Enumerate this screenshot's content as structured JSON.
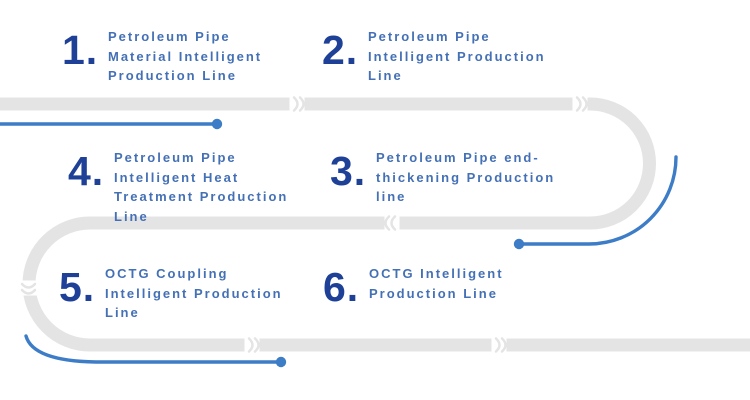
{
  "colors": {
    "background": "#ffffff",
    "path_gray": "#e5e4e4",
    "number_navy": "#1e4097",
    "text_blue": "#4470b5",
    "accent_blue": "#3d7cc6"
  },
  "items": [
    {
      "number": "1.",
      "lines": [
        "Petroleum Pipe",
        "Material Intelligent",
        "Production Line"
      ]
    },
    {
      "number": "2.",
      "lines": [
        "Petroleum Pipe",
        "Intelligent Production",
        "Line"
      ]
    },
    {
      "number": "3.",
      "lines": [
        "Petroleum Pipe end-",
        "thickening Production",
        "line"
      ]
    },
    {
      "number": "4.",
      "lines": [
        "Petroleum Pipe",
        "Intelligent Heat",
        "Treatment Production",
        "Line"
      ]
    },
    {
      "number": "5.",
      "lines": [
        "OCTG Coupling",
        "Intelligent Production",
        "Line"
      ]
    },
    {
      "number": "6.",
      "lines": [
        "OCTG Intelligent",
        "Production Line"
      ]
    }
  ]
}
